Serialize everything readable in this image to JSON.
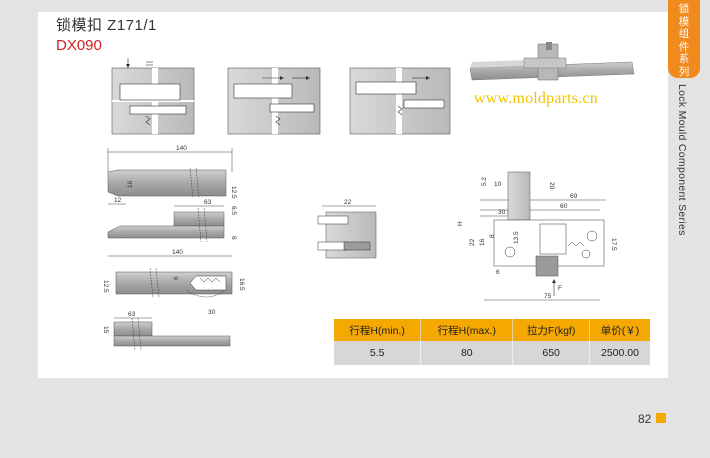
{
  "header": {
    "title": "锁模扣 Z171/1",
    "code": "DX090"
  },
  "watermark": "www.moldparts.cn",
  "side": {
    "tab_label": "锁模组件系列",
    "vertical_label": "Lock Mould Component Series"
  },
  "page_number": "82",
  "dimensions": {
    "d140a": "140",
    "d16a": "16",
    "d12_5a": "12.5",
    "d12a": "12",
    "d63a": "63",
    "d6_5": "6.5",
    "d6a": "6",
    "d140b": "140",
    "d6b": "6",
    "d12_5b": "12.5",
    "d16_5": "16.5",
    "d30": "30",
    "d63b": "63",
    "d15": "15",
    "d22": "22",
    "d5_2": "5.2",
    "d10": "10",
    "d20": "20",
    "d69": "69",
    "d30_5": "30.5",
    "d60": "60",
    "dH": "H",
    "d22b": "22",
    "d16b": "16",
    "d8": "8",
    "d13_5": "13.5",
    "d17_5": "17.5",
    "d6c": "6",
    "dF": "F",
    "d75": "75"
  },
  "spec_table": {
    "headers": [
      "行程H(min.)",
      "行程H(max.)",
      "拉力F(kgf)",
      "单价(￥)"
    ],
    "rows": [
      [
        "5.5",
        "80",
        "650",
        "2500.00"
      ]
    ]
  },
  "colors": {
    "accent_orange": "#f5a800",
    "side_tab": "#f08a1c",
    "code_red": "#d21f28",
    "watermark_yellow": "#f2c400",
    "steel_gray": "#b0b0b0"
  }
}
